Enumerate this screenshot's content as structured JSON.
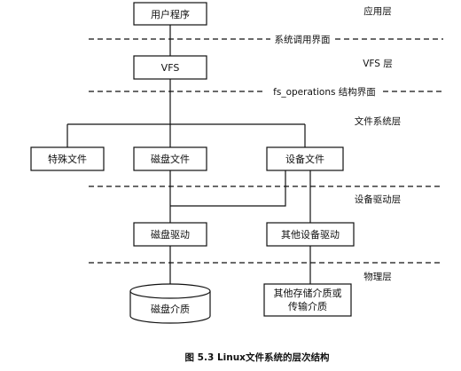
{
  "boxes": {
    "user_program": "用户程序",
    "vfs": "VFS",
    "special_file": "特殊文件",
    "disk_file": "磁盘文件",
    "device_file": "设备文件",
    "disk_driver": "磁盘驱动",
    "other_device_driver": "其他设备驱动",
    "disk_media": "磁盘介质",
    "other_media_line1": "其他存储介质或",
    "other_media_line2": "传输介质"
  },
  "interfaces": {
    "syscall": "系统调用界面",
    "fs_operations": "fs_operations 结构界面"
  },
  "layers": {
    "application": "应用层",
    "vfs": "VFS 层",
    "filesystem": "文件系统层",
    "device_driver": "设备驱动层",
    "physical": "物理层"
  },
  "caption": "图 5.3  Linux文件系统的层次结构"
}
